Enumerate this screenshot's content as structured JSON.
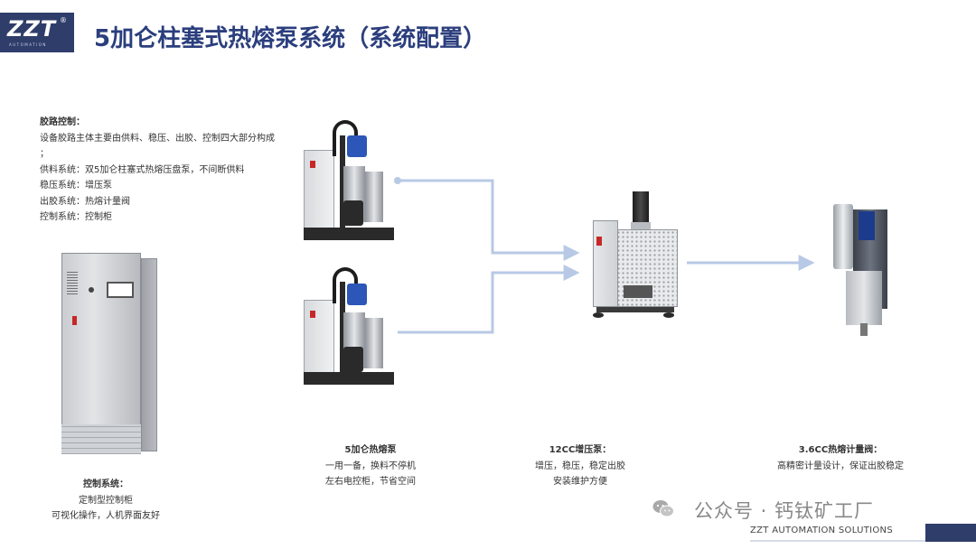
{
  "header": {
    "logo_text": "ZZT",
    "logo_reg": "®",
    "logo_sub": "AUTOMATION",
    "title": "5加仑柱塞式热熔泵系统（系统配置）"
  },
  "left_block": {
    "heading": "胶路控制：",
    "lines": [
      "设备胶路主体主要由供料、稳压、出胶、控制四大部分构成",
      "；",
      "供料系统：双5加仑柱塞式热熔压盘泵，不间断供料",
      "稳压系统：增压泵",
      "出胶系统：热熔计量阀",
      "控制系统：控制柜"
    ]
  },
  "captions": {
    "cabinet": {
      "title": "控制系统：",
      "line1": "定制型控制柜",
      "line2": "可视化操作，人机界面友好"
    },
    "pump": {
      "title": "5加仑热熔泵",
      "line1": "一用一备，换料不停机",
      "line2": "左右电控柜，节省空间"
    },
    "booster": {
      "title": "12CC增压泵：",
      "line1": "增压，稳压，稳定出胶",
      "line2": "安装维护方便"
    },
    "valve": {
      "title": "3.6CC热熔计量阀：",
      "line1": "高精密计量设计，保证出胶稳定"
    }
  },
  "watermark": {
    "text": "公众号 · 钙钛矿工厂"
  },
  "footer": {
    "text": "ZZT AUTOMATION SOLUTIONS"
  },
  "colors": {
    "title": "#2b3e7d",
    "logo_bg": "#2f3d6a",
    "flow_line": "#b8c9e6"
  }
}
